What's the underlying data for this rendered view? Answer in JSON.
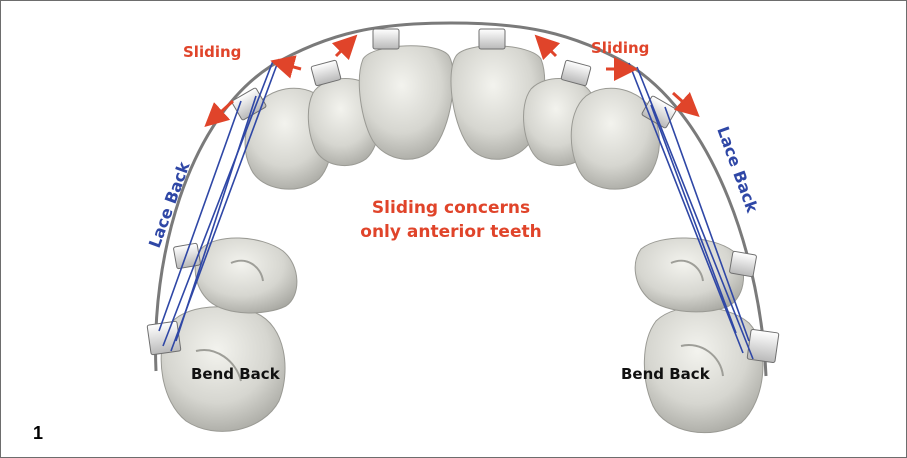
{
  "figure_number": "1",
  "labels": {
    "sliding_left": "Sliding",
    "sliding_right": "Sliding",
    "lace_back_left": "Lace Back",
    "lace_back_right": "Lace Back",
    "bend_back_left": "Bend Back",
    "bend_back_right": "Bend Back",
    "center_line1": "Sliding concerns",
    "center_line2": "only anterior teeth"
  },
  "colors": {
    "arrow_red": "#e0442a",
    "ligature_blue": "#2f47a6",
    "wire_gray": "#7a7a7a",
    "tooth_fill": "#d9d9d3",
    "tooth_shadow": "#a9a9a3"
  }
}
